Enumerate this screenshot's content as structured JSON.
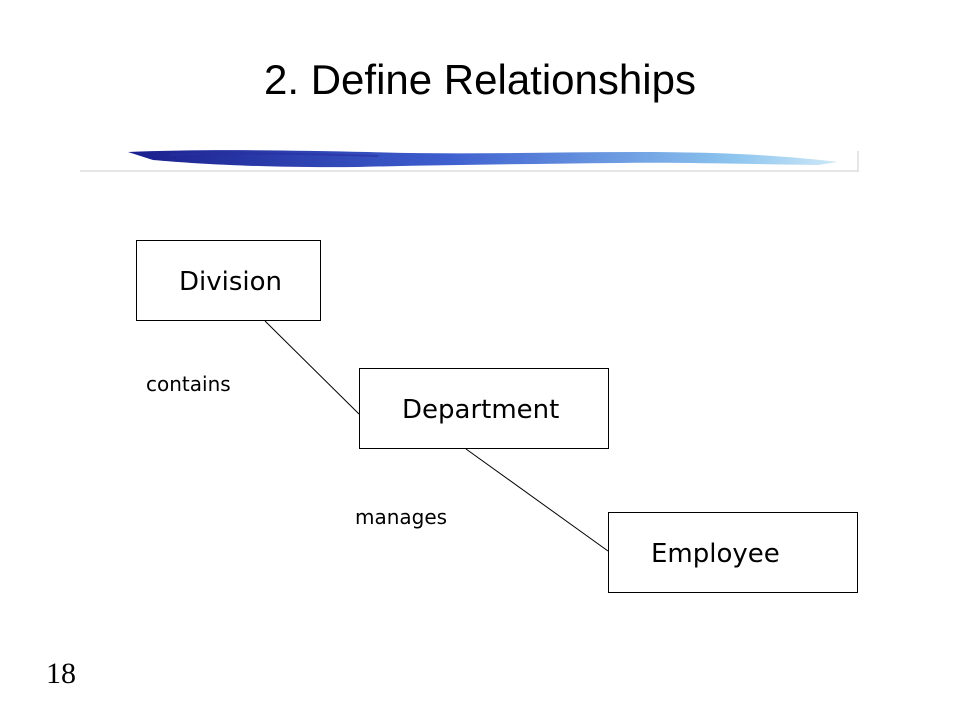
{
  "slide": {
    "title": "2. Define Relationships",
    "page_number": "18"
  },
  "entities": {
    "division": "Division",
    "department": "Department",
    "employee": "Employee"
  },
  "relationships": {
    "contains": "contains",
    "manages": "manages"
  },
  "colors": {
    "rule_dark": "#1a1f8c",
    "rule_mid": "#3e5fcf",
    "rule_light": "#9fd0f0"
  }
}
